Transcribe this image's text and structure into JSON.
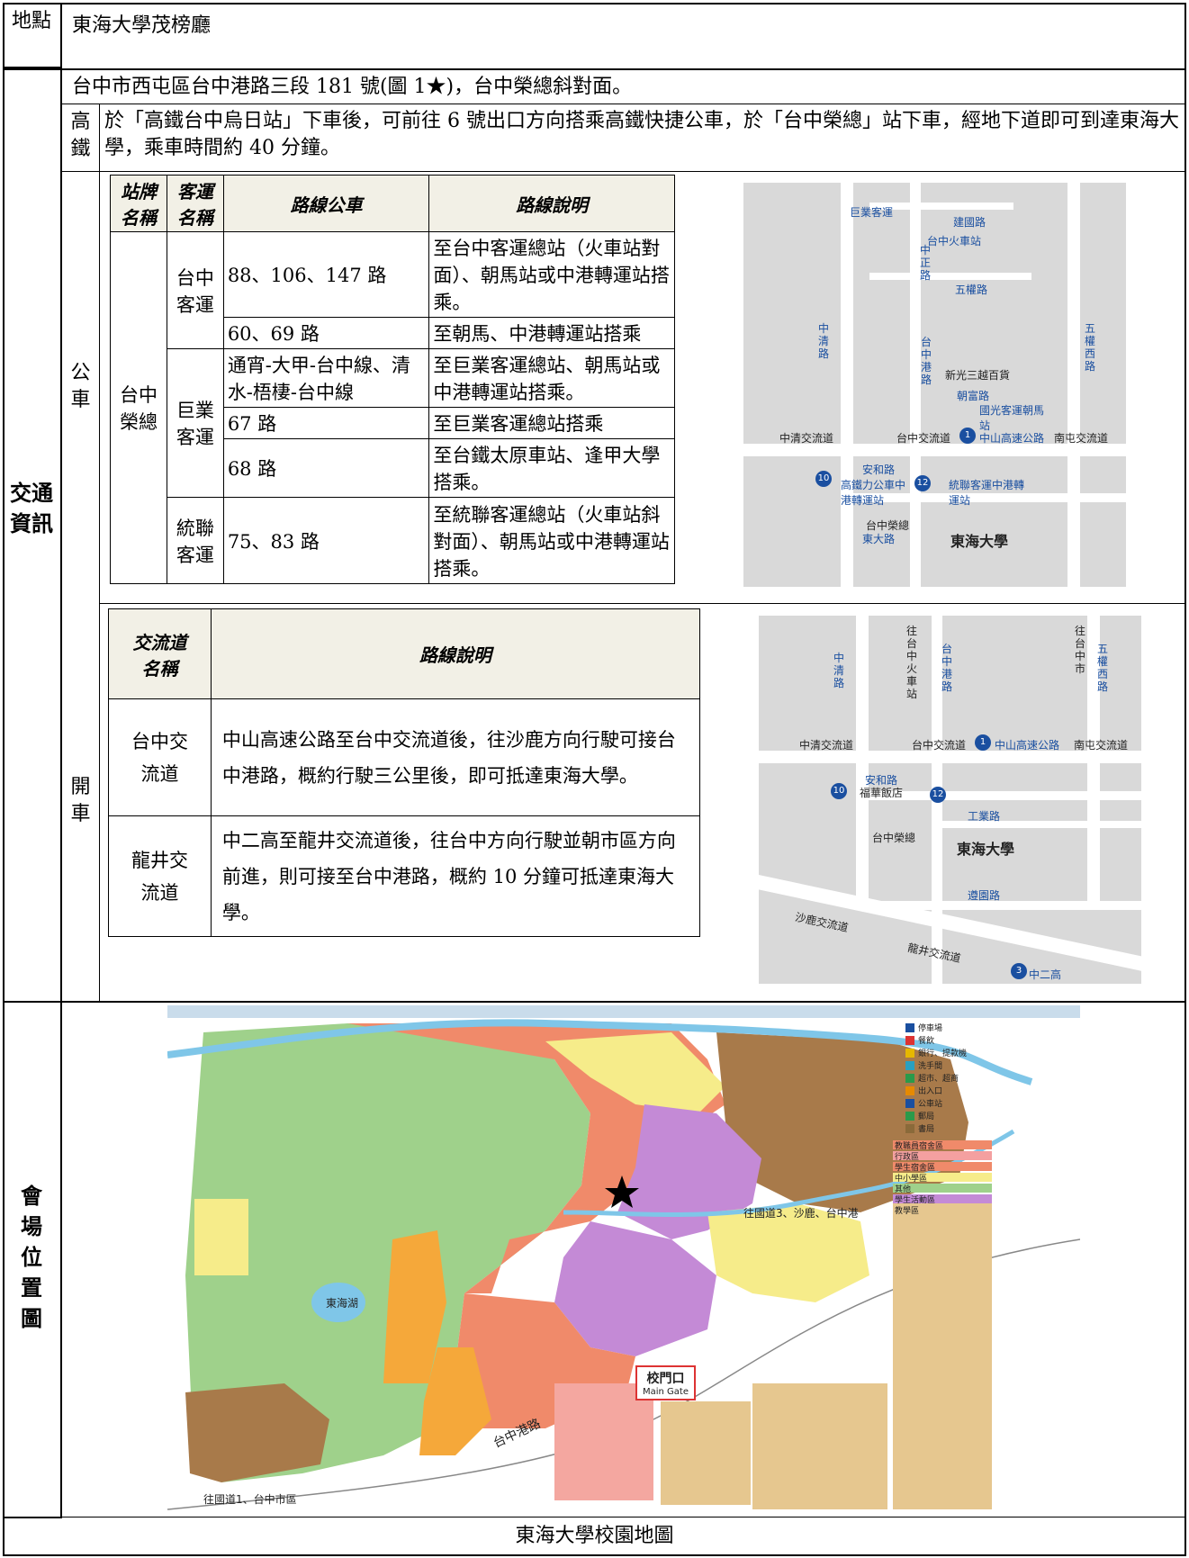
{
  "location": {
    "label": "地點",
    "value": "東海大學茂榜廳"
  },
  "traffic": {
    "label": "交通資訊",
    "address": "台中市西屯區台中港路三段 181 號(圖 1★)，台中榮總斜對面。",
    "hsr": {
      "label": "高鐵",
      "text": "於「高鐵台中烏日站」下車後，可前往 6 號出口方向搭乘高鐵快捷公車，於「台中榮總」站下車，經地下道即可到達東海大學，乘車時間約 40 分鐘。"
    },
    "bus": {
      "label": "公車",
      "headers": [
        "站牌名稱",
        "客運名稱",
        "路線公車",
        "路線說明"
      ],
      "stop": "台中榮總",
      "rows": [
        {
          "company": "台中客運",
          "route": "88、106、147 路",
          "desc": "至台中客運總站（火車站對面）、朝馬站或中港轉運站搭乘。"
        },
        {
          "company": "",
          "route": "60、69 路",
          "desc": "至朝馬、中港轉運站搭乘"
        },
        {
          "company": "巨業客運",
          "route": "通宵-大甲-台中線、清水-梧棲-台中線",
          "desc": "至巨業客運總站、朝馬站或中港轉運站搭乘。"
        },
        {
          "company": "",
          "route": "67 路",
          "desc": "至巨業客運總站搭乘"
        },
        {
          "company": "",
          "route": "68 路",
          "desc": "至台鐵太原車站、逢甲大學搭乘。"
        },
        {
          "company": "統聯客運",
          "route": "75、83 路",
          "desc": "至統聯客運總站（火車站斜對面）、朝馬站或中港轉運站搭乘。"
        }
      ]
    },
    "drive": {
      "label": "開車",
      "headers": [
        "交流道名稱",
        "路線說明"
      ],
      "rows": [
        {
          "name": "台中交流道",
          "desc": "中山高速公路至台中交流道後，往沙鹿方向行駛可接台中港路，概約行駛三公里後，即可抵達東海大學。"
        },
        {
          "name": "龍井交流道",
          "desc": "中二高至龍井交流道後，往台中方向行駛並朝市區方向前進，則可接至台中港路，概約 10 分鐘可抵達東海大學。"
        }
      ]
    },
    "map1": {
      "labels": [
        "巨業客運",
        "建國路",
        "台中火車站",
        "中正路",
        "五權路",
        "中清路",
        "台中港路",
        "五權西路",
        "新光三越百貨",
        "朝富路",
        "國光客運朝馬站",
        "中清交流道",
        "台中交流道",
        "中山高速公路",
        "南屯交流道",
        "安和路",
        "高鐵力公車中港轉運站",
        "統聯客運中港轉運站",
        "台中榮總",
        "東大路",
        "東海大學",
        "1",
        "10",
        "12"
      ]
    },
    "map2": {
      "labels": [
        "往台中火車站",
        "中清路",
        "台中港路",
        "往台中市",
        "五權西路",
        "中清交流道",
        "台中交流道",
        "中山高速公路",
        "南屯交流道",
        "安和路",
        "福華飯店",
        "工業路",
        "台中榮總",
        "東海大學",
        "遵園路",
        "沙鹿交流道",
        "龍井交流道",
        "中二高",
        "1",
        "10",
        "12",
        "3"
      ]
    }
  },
  "venue": {
    "label": "會場位置圖",
    "caption": "東海大學校園地圖",
    "map_labels": [
      "東海湖",
      "台中港路",
      "校門口",
      "Main Gate",
      "往國道3、沙鹿、台中港",
      "往國道1、台中市區"
    ],
    "legend": [
      "停車場",
      "餐飲",
      "銀行、提款機",
      "洗手間",
      "超市、超商",
      "出入口",
      "公車站",
      "郵局",
      "書局",
      "教職員宿舍區",
      "行政區",
      "學生宿舍區",
      "中小學區",
      "其他",
      "學生活動區",
      "教學區"
    ]
  },
  "colors": {
    "header_bg": "#f2f0e6",
    "map_bg": "#d9d9d9",
    "map_blue": "#1a4fa0",
    "residential": "#f08a6a",
    "academic": "#a87a4a",
    "student": "#c48ad6",
    "green": "#9fd18b",
    "yellow": "#f6ec8a",
    "orange": "#f5a83a",
    "river": "#7fc6e8"
  }
}
